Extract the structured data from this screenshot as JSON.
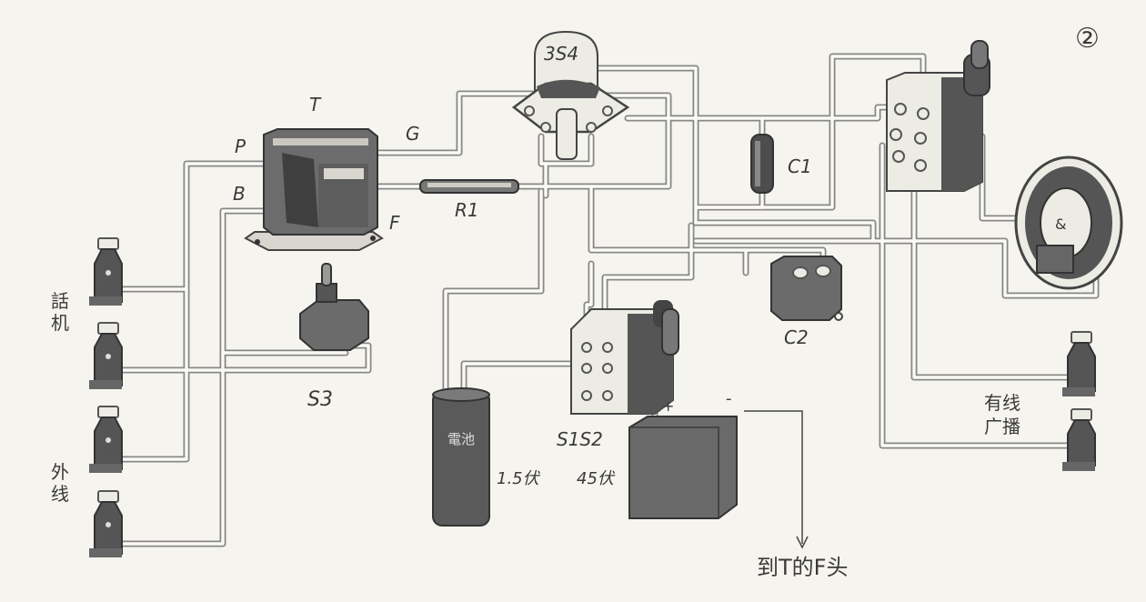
{
  "figure_number": "②",
  "labels": {
    "tube": "3S4",
    "transformer": "T",
    "P": "P",
    "B": "B",
    "G": "G",
    "F": "F",
    "resistor": "R1",
    "cap1": "C1",
    "cap2": "C2",
    "switch3": "S3",
    "switch12": "S1S2",
    "battery_small": "1.5伏",
    "battery_big": "45伏",
    "battery_big_plus": "+",
    "battery_big_minus": "-",
    "battery_small_text": "電池",
    "handset_line1": "話",
    "handset_line2": "机",
    "outer_line1": "外",
    "outer_line2": "线",
    "broadcast_line1": "有线",
    "broadcast_line2": "广播",
    "to_T_F": "到T的F头"
  },
  "colors": {
    "wire_outline": "#888888",
    "wire_fill": "#fbfaf6",
    "component_dark": "#4a4a4a",
    "paper": "#f6f4ee"
  }
}
